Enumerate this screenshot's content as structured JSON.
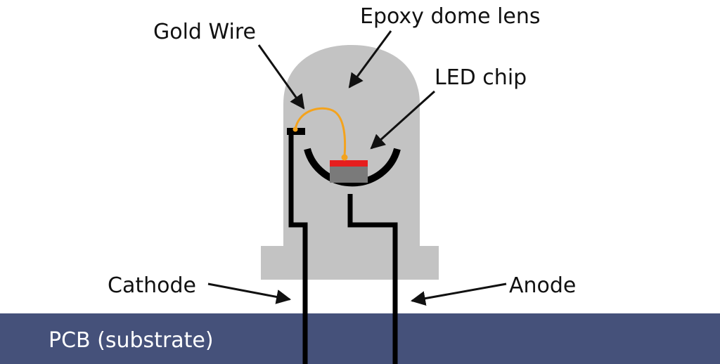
{
  "labels": {
    "epoxy_dome_lens": "Epoxy dome lens",
    "gold_wire": "Gold Wire",
    "led_chip": "LED chip",
    "cathode": "Cathode",
    "anode": "Anode",
    "pcb": "PCB (substrate)"
  },
  "colors": {
    "background": "#ffffff",
    "epoxy": "#c3c3c3",
    "pcb": "#45517a",
    "wire": "#f4a31d",
    "chip_top": "#e61e1e",
    "chip_body": "#7a7a7a",
    "lead": "#000000",
    "text": "#111111",
    "pcb_text": "#ffffff"
  }
}
